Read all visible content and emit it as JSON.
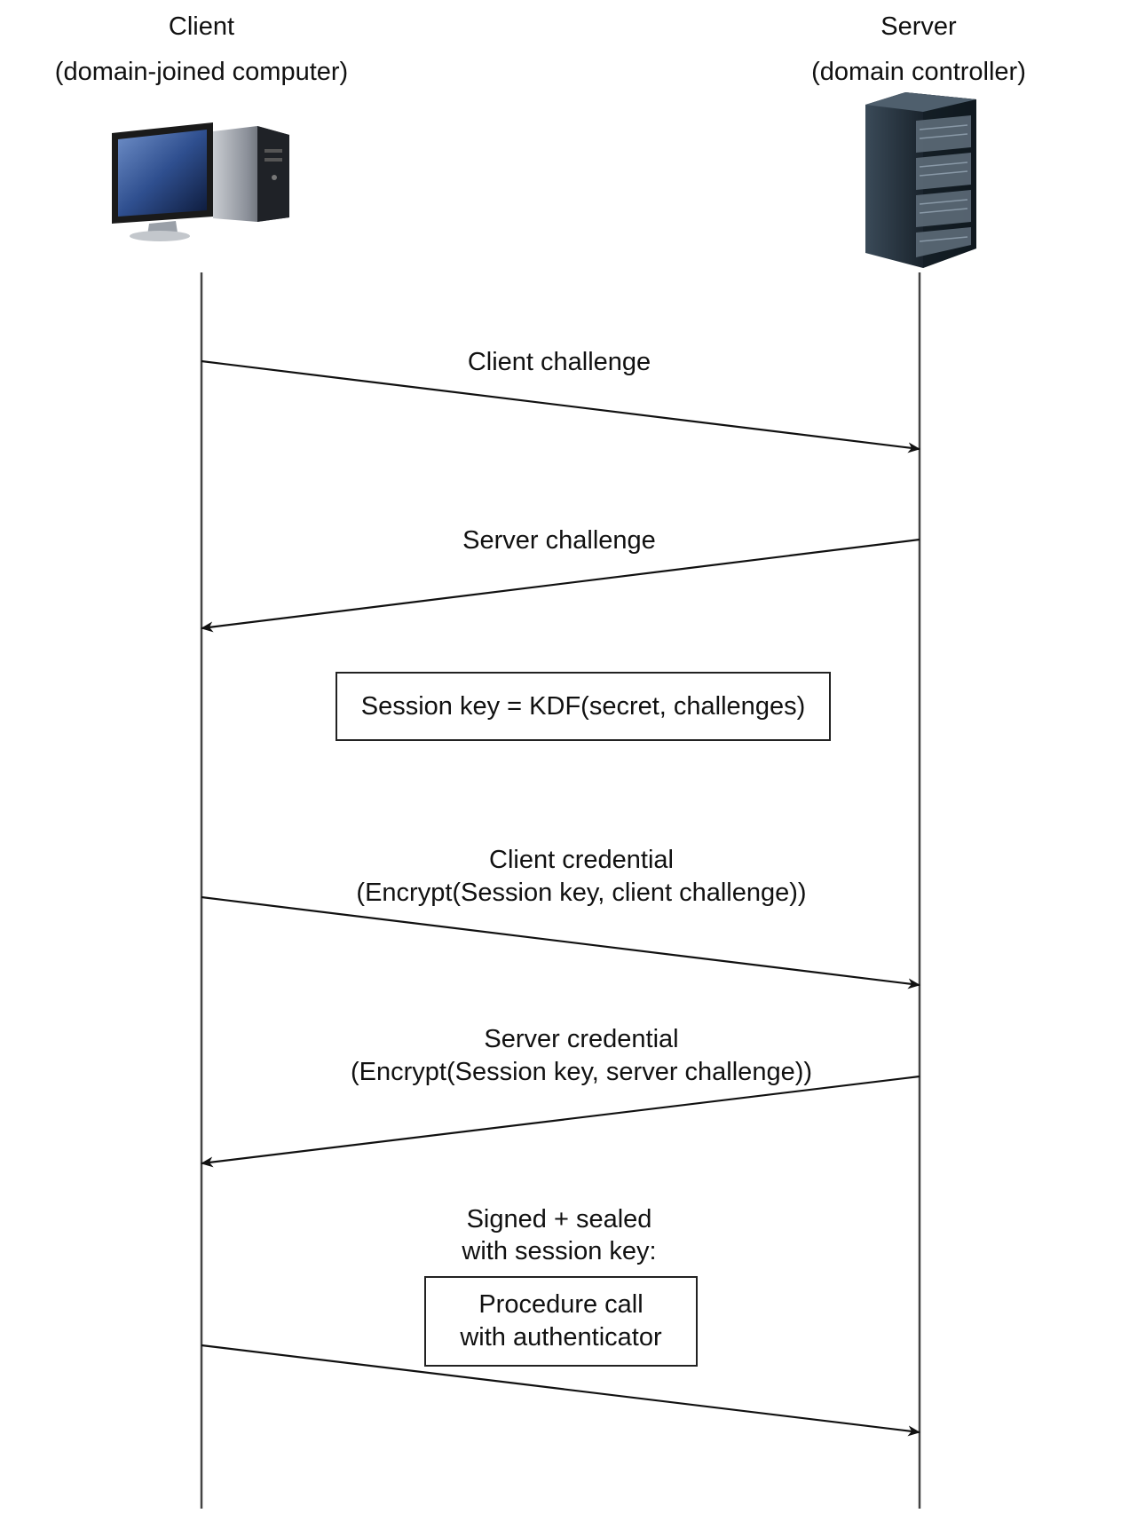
{
  "participants": {
    "client": {
      "name": "Client",
      "subtitle": "(domain-joined computer)",
      "icon": "desktop-computer-icon"
    },
    "server": {
      "name": "Server",
      "subtitle": "(domain controller)",
      "icon": "server-rack-icon"
    }
  },
  "messages": [
    {
      "lines": [
        "Client challenge"
      ],
      "from": "client",
      "to": "server"
    },
    {
      "lines": [
        "Server challenge"
      ],
      "from": "server",
      "to": "client"
    },
    {
      "lines": [
        "Client credential",
        "(Encrypt(Session key, client challenge))"
      ],
      "from": "client",
      "to": "server"
    },
    {
      "lines": [
        "Server credential",
        "(Encrypt(Session key, server challenge))"
      ],
      "from": "server",
      "to": "client"
    },
    {
      "lines": [
        "Signed + sealed",
        "with session key:"
      ],
      "from": "client",
      "to": "server"
    }
  ],
  "notes": {
    "session_key": "Session key = KDF(secret, challenges)",
    "procedure_call": [
      "Procedure call",
      "with authenticator"
    ]
  },
  "colors": {
    "line": "#333333",
    "monitor_screen": "#3b5b9a",
    "server_body": "#1f2a33"
  }
}
